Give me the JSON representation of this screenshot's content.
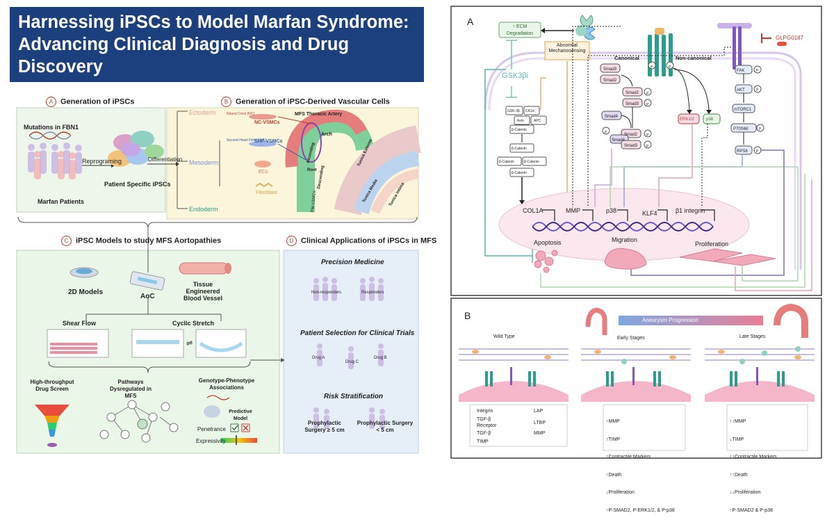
{
  "title": "Harnessing iPSCs to Model Marfan Syndrome: Advancing Clinical Diagnosis and Drug Discovery",
  "panel_a": {
    "letter": "A",
    "heading": "Generation of iPSCs",
    "mutations": "Mutations in FBN1",
    "reprogramming": "Reprograming",
    "patient_ipscs": "Patient Specific iPSCs",
    "marfan_patients": "Marfan Patients",
    "differentiation": "Differentiation"
  },
  "panel_b": {
    "letter": "B",
    "heading": "Generation of iPSC-Derived Vascular Cells",
    "ectoderm": "Ectoderm",
    "mesoderm": "Mesoderm",
    "endoderm": "Endoderm",
    "neural_crest": "Neural Crest (NC)",
    "shf": "Second Heart Field (SHF)",
    "nc_vsmcs": "NC-VSMCs",
    "shf_vsmcs": "SHF-VSMCs",
    "ecs": "ECs",
    "fibroblast": "Fibroblast",
    "artery": "MFS Thoracic Artery",
    "arch": "Arch",
    "ascending": "Ascending",
    "root": "Root",
    "descending": "Descending",
    "pm_vsmcs": "PM-VSMCs",
    "tunica_externa": "Tunica Externa",
    "tunica_media": "Tunica Media",
    "tunica_intima": "Tunica Intima"
  },
  "panel_c": {
    "letter": "C",
    "heading": "iPSC Models to study MFS Aortopathies",
    "models_2d": "2D Models",
    "aoc": "AoC",
    "tissue_vessel": "Tissue Engineered Blood Vessel",
    "shear_flow": "Shear Flow",
    "cyclic_stretch": "Cyclic Stretch",
    "drug_screen": "High-throughput Drug Screen",
    "pathways": "Pathways Dysregulated in MFS",
    "genotype": "Genotype-Phenotype Associations",
    "predictive": "Predictive Model",
    "penetrance": "Penetrance",
    "expressivity": "Expressivity"
  },
  "panel_d": {
    "letter": "D",
    "heading": "Clinical Applications of iPSCs in MFS",
    "precision": "Precision Medicine",
    "non_responders": "Non-responders",
    "responders": "Responders",
    "patient_selection": "Patient Selection for Clinical Trials",
    "drug_a": "Drug A",
    "drug_b": "Drug B",
    "drug_c": "Drug C",
    "risk": "Risk Stratification",
    "surgery_ge": "Prophylactic Surgery ≥ 5 cm",
    "surgery_lt": "Prophylactic Surgery < 5 cm"
  },
  "right_a": {
    "letter": "A",
    "ecm_degradation": "↑ ECM Degradation",
    "abnormal_mechano": "Abnormal Mechanosensing",
    "gsk3bi": "GSK3βi",
    "gsk3b": "GSK-3β",
    "ck1a": "CK1α",
    "axin": "Axin",
    "apc": "APC",
    "beta_catenin": "β-Catenin",
    "canonical": "Canonical",
    "non_canonical": "Non-canonical",
    "smad3": "Smad3",
    "smad2": "Smad2",
    "smad4": "Smad4",
    "p": "P",
    "erk": "ERK1/2",
    "p38": "p38",
    "glpg": "GLPG0187",
    "fak": "FAK",
    "akt": "AKT",
    "mtorc1": "mTORC1",
    "p70s6k": "P70S6K",
    "rps6": "RPS6",
    "col1a": "COL1A",
    "mmp": "MMP",
    "klf4": "KLF4",
    "b1_integrin": "β1 integrin",
    "apoptosis": "Apoptosis",
    "migration": "Migration",
    "proliferation": "Proliferation"
  },
  "right_b": {
    "letter": "B",
    "progression": "Aneurysm Progression",
    "wild_type": "Wild Type",
    "early": "Early Stages",
    "late": "Late  Stages",
    "legend_integrin": "Integrin",
    "legend_tgfr": "TGF-β Receptor",
    "legend_tgf": "TGF-β",
    "legend_timp": "TIMP",
    "legend_lap": "LAP",
    "legend_ltbp": "LTBP",
    "legend_mmp": "MMP",
    "early_list": [
      "↑MMP",
      "↑TIMP",
      "↑Contractile Markers",
      "↑Death",
      "↓Proliferation",
      "↑P-SMAD2, P-ERK1/2, & P-p38"
    ],
    "late_list": [
      "↑↑MMP",
      "↓TIMP",
      "↑↑Contractile Markers",
      "↑↑Death",
      "↓↓Proliferation",
      "↑P-SMAD2 & P-p38"
    ]
  },
  "colors": {
    "title_bg": "#1c3f7d",
    "panel_green": "#eaf6e8",
    "panel_blue": "#e6eef8",
    "panel_yellow": "#fbf5dc",
    "teal": "#1f8a8a",
    "orange": "#e8a040",
    "red": "#c0392b"
  }
}
